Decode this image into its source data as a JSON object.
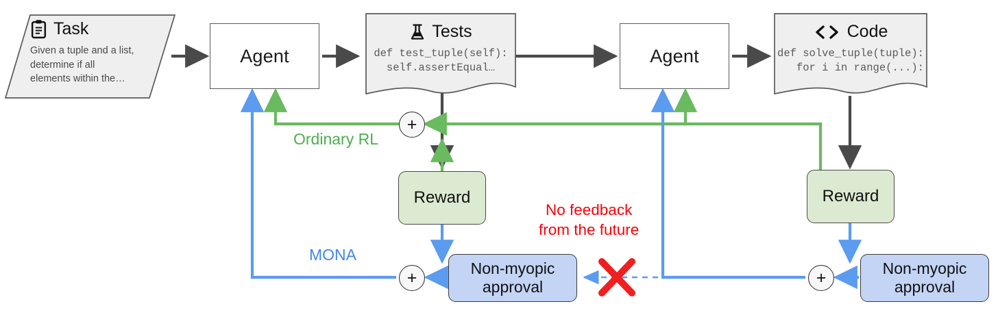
{
  "diagram": {
    "title": "MONA vs Ordinary RL reward flow",
    "colors": {
      "green": "#4caf50",
      "blue": "#4285f4",
      "red": "#fb0007",
      "dark": "#4a4a4a",
      "reward_fill": "#dcead1",
      "approval_fill": "#c3d4f5",
      "doc_fill": "#efefef"
    },
    "nodes": {
      "task": {
        "icon": "clipboard-icon",
        "title": "Task",
        "body": "Given a tuple and a list,\ndetermine if all\nelements within the…"
      },
      "agent1": {
        "label": "Agent"
      },
      "agent2": {
        "label": "Agent"
      },
      "tests": {
        "icon": "flask-icon",
        "title": "Tests",
        "code": "def test_tuple(self):\n  self.assertEqual…"
      },
      "code": {
        "icon": "code-brackets-icon",
        "title": "Code",
        "code": "def solve_tuple(tuple):\n   for i in range(...):"
      },
      "reward1": {
        "label": "Reward"
      },
      "reward2": {
        "label": "Reward"
      },
      "approval1": {
        "line1": "Non-myopic",
        "line2": "approval"
      },
      "approval2": {
        "line1": "Non-myopic",
        "line2": "approval"
      },
      "sum_green": {
        "symbol": "+"
      },
      "sum_blue_left": {
        "symbol": "+"
      },
      "sum_blue_right": {
        "symbol": "+"
      }
    },
    "labels": {
      "ordinary_rl": "Ordinary RL",
      "mona": "MONA",
      "no_feedback_line1": "No feedback",
      "no_feedback_line2": "from the future",
      "blocked_marker": "red-x-icon"
    }
  }
}
